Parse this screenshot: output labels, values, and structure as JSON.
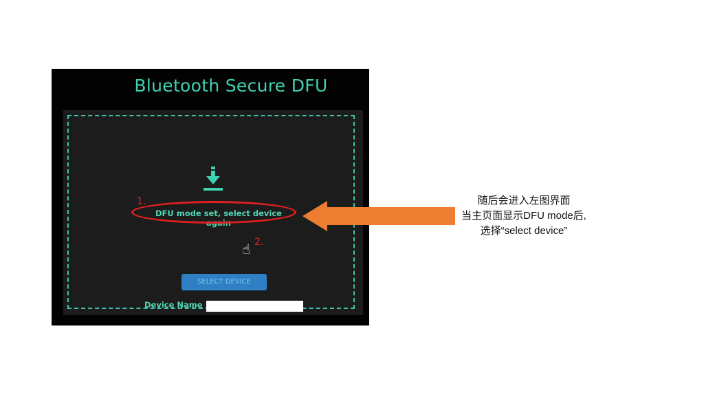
{
  "app": {
    "title": "Bluetooth Secure DFU"
  },
  "main": {
    "status_text": "DFU mode set, select device again",
    "select_button": "SELECT DEVICE",
    "device_name_label": "Device Name :",
    "device_name_value": ""
  },
  "annotations": {
    "step1": "1.",
    "step2": "2.",
    "note_lines": [
      "随后会进入左图界面",
      "当主页面显示DFU mode后,",
      "选择“select device”"
    ]
  },
  "colors": {
    "accent": "#3fd1b0",
    "button": "#2f7fc4",
    "highlight": "#e02020",
    "arrow": "#ed7d31"
  },
  "icons": {
    "download": "download-icon",
    "pointer": "hand-pointer-icon",
    "arrow": "arrow-left-icon"
  }
}
